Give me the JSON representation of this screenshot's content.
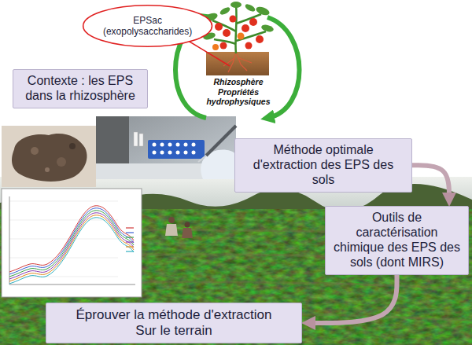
{
  "diagram": {
    "nodes": [
      {
        "text": [
          "EPSac (exopolysaccharides)"
        ]
      },
      {
        "text": [
          "Contexte : les EPS dans la rhizosphère"
        ]
      },
      {
        "text": [
          "Méthode optimale d'extraction des EPS des sols"
        ]
      },
      {
        "text": [
          "Outils de caractérisation chimique des EPS des sols (dont MIRS)"
        ]
      },
      {
        "text": [
          "Éprouver la méthode d'extraction",
          "Sur le terrain"
        ]
      }
    ],
    "edges": [
      {
        "from": 2,
        "to": 3,
        "arrow": "to"
      },
      {
        "from": 3,
        "to": 4,
        "arrow": "to"
      }
    ],
    "labels": [
      "Rhizosphère Propriétés hydrophysiques"
    ]
  }
}
